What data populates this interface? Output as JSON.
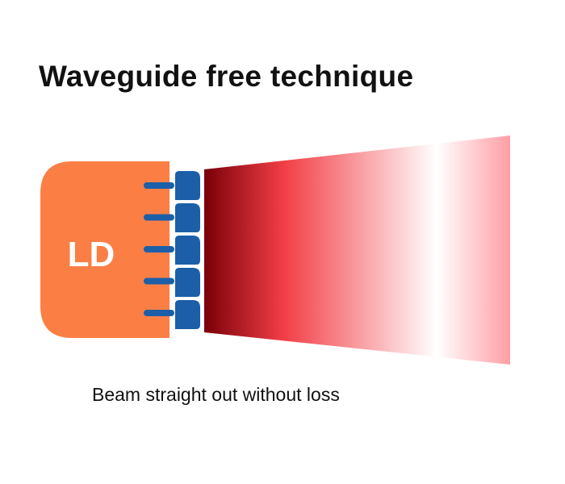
{
  "title": "Waveguide free technique",
  "diagram": {
    "laser_label": "LD",
    "emitter_count": 5,
    "lens_count": 5,
    "colors": {
      "laser_body": "#FB7F45",
      "emitter": "#1C5FA8",
      "lens": "#1C5FA8",
      "beam_dark": "#7A0008",
      "beam_mid": "#F23E46",
      "beam_light": "#FFFFFF",
      "beam_end": "#FF9EA5",
      "label": "#FFFFFF"
    }
  },
  "caption": "Beam straight out without loss"
}
